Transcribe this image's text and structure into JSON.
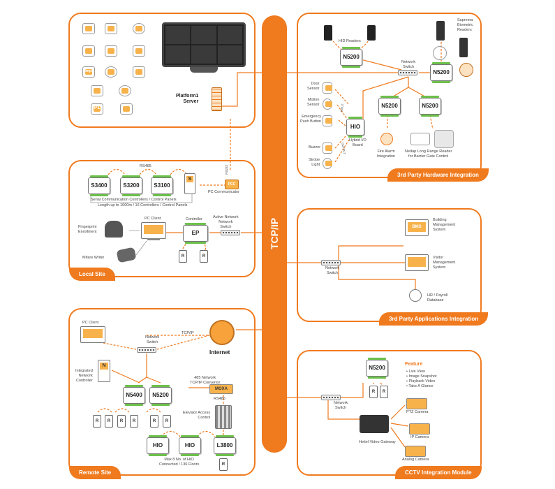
{
  "backbone": {
    "label": "TCP/IP"
  },
  "colors": {
    "accent": "#f07a1e",
    "module_green": "#6cc04a",
    "icon_orange": "#f7b24b"
  },
  "top_left": {
    "server_label": "Platform1\nServer",
    "icons": [
      "camera-icon",
      "car-icon",
      "fingerprint-icon",
      "elevator-icon",
      "door-icon",
      "people-icon",
      "imp-icon",
      "clock-icon",
      "id-card-icon",
      "car-gate-icon",
      "alarm-icon",
      "parking-icon",
      "door-open-icon"
    ],
    "imp_text": "Imp.",
    "parking_text": "P1"
  },
  "local_site": {
    "title": "Local Site",
    "rs485": "RS485",
    "rs232": "RS232",
    "controllers": [
      "S3400",
      "S3200",
      "S3100"
    ],
    "s_device": "S",
    "pcc": "PCC",
    "pc_comm": "PC Communicator",
    "serial_caption": "Serial Communication Controllers / Control Panels",
    "serial_caption2": "Length up to 1000m / 16 Controllers / Control Panels",
    "pc_client": "PC Client",
    "controller_label": "Controller",
    "ep": "EP",
    "active_switch": "Active Network\nNetwork\nSwitch",
    "fingerprint": "Fingerprint\nEnrollment",
    "mifare": "Mifare Writer",
    "reader": "R"
  },
  "remote_site": {
    "title": "Remote Site",
    "pc_client": "PC Client",
    "tcpip": "TCP/IP",
    "switch": "Network\nSwitch",
    "internet": "Internet",
    "integrated": "Integrated\nNetwork\nController",
    "n_device": "N",
    "n5400": "N5400",
    "n5200": "N5200",
    "converter": "485 Network\nTCP/IP Convertor",
    "moxa": "MOXA",
    "rs485": "RS485",
    "elevator": "Elevator Access\nControl",
    "hio1": "HIO",
    "hio2": "HIO",
    "l3800": "L3800",
    "hio_caption": "Max 8 No. of HIO\nConnected / 136 Floors",
    "reader": "R"
  },
  "hardware": {
    "title": "3rd Party Hardware Integration",
    "hid": "HID Readers",
    "suprema": "Suprema\nBiometric\nReaders",
    "n5200": "N5200",
    "switch": "Network\nSwitch",
    "door_sensor": "Door\nSensor",
    "motion": "Motion\nSensor",
    "emergency": "Emergency\nPush Button",
    "buzzer": "Buzzer",
    "strobe": "Strobe\nLight",
    "input": "INPUT",
    "output": "OUTPUT",
    "hio": "HIO",
    "hybrid": "Hybrid I/O\nBoard",
    "fire": "Fire Alarm\nIntegration",
    "nedap": "Nedap Long Range Reader\nfor Barrier Gate Control"
  },
  "apps": {
    "title": "3rd Party Applications Integration",
    "bms": "BMS",
    "bms_label": "Building\nManagement\nSystem",
    "visitor": "Visitor\nManagement\nSystem",
    "hr": "HR / Payroll\nDatabase",
    "switch": "Network\nSwitch"
  },
  "cctv": {
    "title": "CCTV Integration Module",
    "n5200": "N5200",
    "feature_title": "Feature",
    "features": [
      "• Live View",
      "• Image Snapshot",
      "• Playback Video",
      "• Take A Glance"
    ],
    "switch": "Network\nSwitch",
    "ptz": "PTZ Camera",
    "ip": "IP Camera",
    "analog": "Analog Camera",
    "gateway": "Heitel Video Gateway",
    "reader": "R"
  }
}
